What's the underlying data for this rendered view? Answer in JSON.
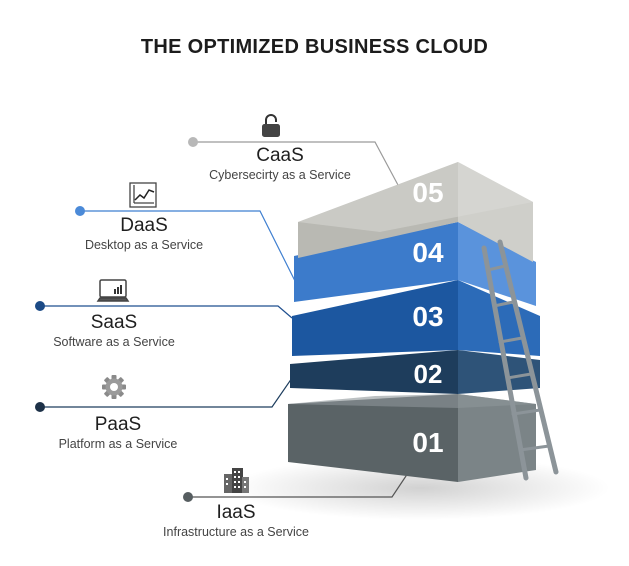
{
  "title": "THE OPTIMIZED BUSINESS CLOUD",
  "layers": [
    {
      "abbr": "CaaS",
      "desc": "Cybersecirty as a Service",
      "num": "05",
      "icon": "lock-icon",
      "color": "#b3b3ad"
    },
    {
      "abbr": "DaaS",
      "desc": "Desktop as a Service",
      "num": "04",
      "icon": "chart-icon",
      "color": "#3f7fd0"
    },
    {
      "abbr": "SaaS",
      "desc": "Software as a Service",
      "num": "03",
      "icon": "laptop-icon",
      "color": "#1f5ea8"
    },
    {
      "abbr": "PaaS",
      "desc": "Platform as a Service",
      "num": "02",
      "icon": "gear-icon",
      "color": "#1d3d5e"
    },
    {
      "abbr": "IaaS",
      "desc": "Infrastructure as a Service",
      "num": "01",
      "icon": "building-icon",
      "color": "#4b5457"
    }
  ]
}
